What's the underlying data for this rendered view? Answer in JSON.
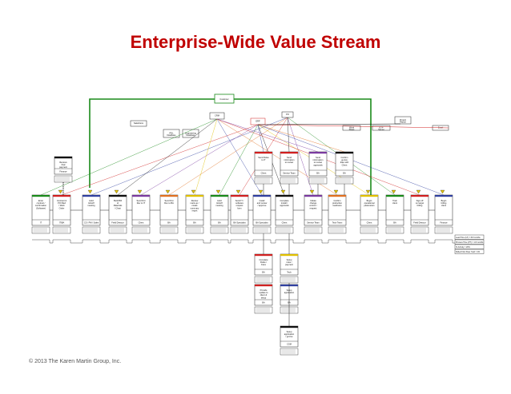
{
  "page": {
    "title": "Enterprise-Wide Value Stream",
    "footer": "© 2013 The Karen Martin Group, Inc."
  },
  "colors": {
    "title": "#c00000",
    "green": "#1a8a1a",
    "red": "#d02020",
    "blue": "#3040a0",
    "purple": "#7a3aa0",
    "yellow": "#e0c000",
    "orange": "#e07020",
    "black": "#111111"
  },
  "diagram": {
    "customer_label": "Customer",
    "top_boxes": [
      "CRM",
      "ERP",
      "PO",
      "Salesforce",
      "PDL Database",
      "Engineering Database",
      "Work Sheet",
      "ETP Server",
      "Project Report",
      "Excel"
    ],
    "main_steps": [
      {
        "label": "Enter contract / confirmation (Software)",
        "role": "IT"
      },
      {
        "label": "Contract & PO filled / Work Order",
        "role": "IT/BA"
      },
      {
        "label": "Hold kickoff meeting",
        "role": "CS / PM / Sales"
      },
      {
        "label": "Build Bill of Materials / Chart",
        "role": "Field Director"
      },
      {
        "label": "Send first Rev to IT",
        "role": "Client"
      },
      {
        "label": "Send first Rev to BA",
        "role": "BA"
      },
      {
        "label": "Review mark-up / create summary report",
        "role": "BA"
      },
      {
        "label": "Hold kickoff meeting",
        "role": "BA"
      },
      {
        "label": "Send IT / software request form",
        "role": "BA Specialist"
      },
      {
        "label": "Install and review / approve",
        "role": "BA Specialist"
      },
      {
        "label": "Complete install / approvals",
        "role": "Client"
      },
      {
        "label": "Initiate change control / request",
        "role": "Service Team"
      },
      {
        "label": "Confirm production readiness",
        "role": "Tech Team"
      },
      {
        "label": "Begin operational parameters",
        "role": "Client"
      },
      {
        "label": "Train client",
        "role": "BA"
      },
      {
        "label": "Sign off on target billing",
        "role": "Field Director"
      },
      {
        "label": "Begin billing client",
        "role": "Finance"
      }
    ],
    "upper_branch": [
      {
        "label": "Send Rules to IT",
        "role": "Client"
      },
      {
        "label": "Send information to review",
        "role": "Service Team"
      },
      {
        "label": "Send information to review approvals",
        "role": "BA"
      },
      {
        "label": "Confirm go-live date with Client",
        "role": "BA"
      }
    ],
    "left_branch": {
      "label": "Receive final payment",
      "role": "Finance"
    },
    "lower_branch": [
      {
        "label": "Complete Rules / Fees",
        "role": "BA"
      },
      {
        "label": "Setup rules / payment",
        "role": "Tech"
      },
      {
        "label": "Provide update to client & setup",
        "role": "BA"
      },
      {
        "label": "Setup application",
        "role": "BA"
      },
      {
        "label": "Setup application / go-live",
        "role": "CSM"
      }
    ],
    "legend_rows": [
      "Lead Time (LT) = 8.8 months",
      "Process Time (PT) = 1.8 months",
      "% Activity = 20%",
      "Rolled First Pass Yield = 2%"
    ]
  }
}
